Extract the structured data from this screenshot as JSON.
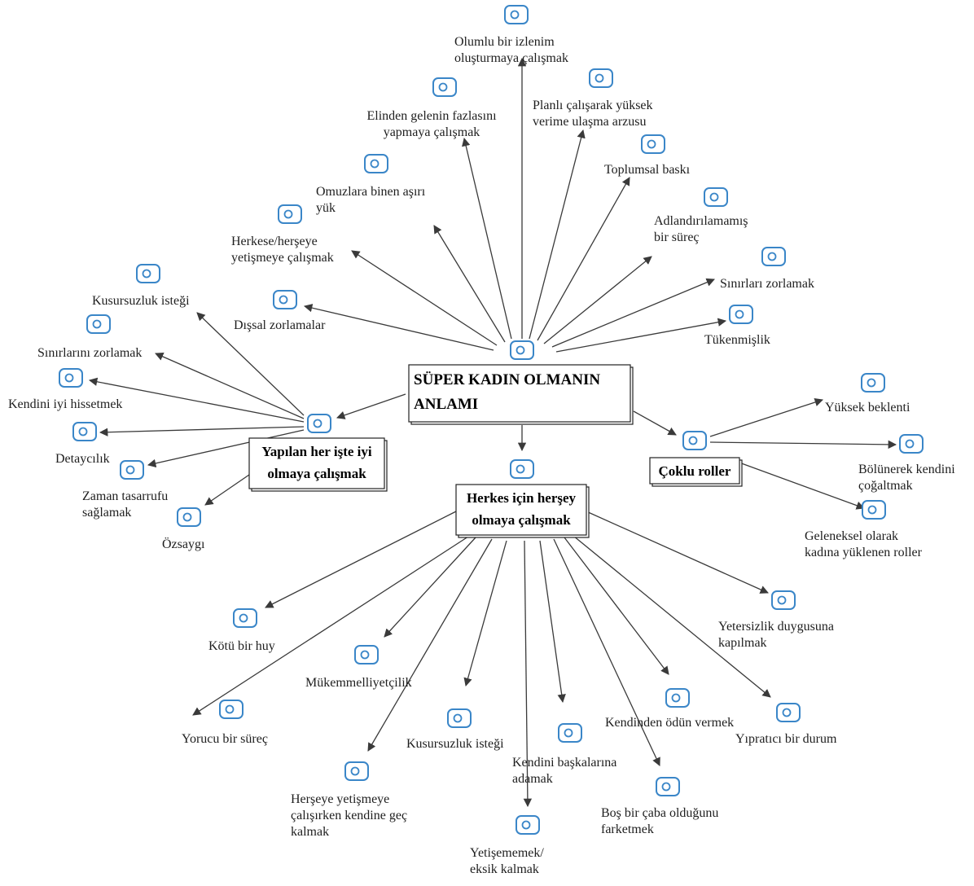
{
  "diagram": {
    "root": {
      "id": "root",
      "lines": [
        "SÜPER KADIN OLMANIN",
        "ANLAMI"
      ]
    },
    "categories": [
      {
        "id": "yapilan",
        "lines": [
          "Yapılan her işte iyi",
          "olmaya çalışmak"
        ]
      },
      {
        "id": "herkes",
        "lines": [
          "Herkes için herşey",
          "olmaya çalışmak"
        ]
      },
      {
        "id": "coklu",
        "lines": [
          "Çoklu roller"
        ]
      }
    ],
    "codes": [
      {
        "id": "olumlu",
        "lines": [
          "Olumlu bir izlenim",
          "oluşturmaya çalışmak"
        ]
      },
      {
        "id": "elinden",
        "lines": [
          "Elinden gelenin fazlasını",
          "yapmaya çalışmak"
        ]
      },
      {
        "id": "planli",
        "lines": [
          "Planlı çalışarak yüksek",
          "verime ulaşma arzusu"
        ]
      },
      {
        "id": "toplumsal",
        "lines": [
          "Toplumsal baskı"
        ]
      },
      {
        "id": "omuzlara",
        "lines": [
          "Omuzlara binen aşırı",
          "yük"
        ]
      },
      {
        "id": "adlandirilamamis",
        "lines": [
          "Adlandırılamamış",
          "bir süreç"
        ]
      },
      {
        "id": "herkese",
        "lines": [
          "Herkese/herşeye",
          "yetişmeye çalışmak"
        ]
      },
      {
        "id": "sinirlari_z",
        "lines": [
          "Sınırları zorlamak"
        ]
      },
      {
        "id": "dissal",
        "lines": [
          "Dışsal zorlamalar"
        ]
      },
      {
        "id": "tukenmislik",
        "lines": [
          "Tükenmişlik"
        ]
      },
      {
        "id": "kusursuzluk1",
        "lines": [
          "Kusursuzluk isteği"
        ]
      },
      {
        "id": "sinirlarini",
        "lines": [
          "Sınırlarını zorlamak"
        ]
      },
      {
        "id": "kendini_iyi",
        "lines": [
          "Kendini iyi hissetmek"
        ]
      },
      {
        "id": "detaycilik",
        "lines": [
          "Detaycılık"
        ]
      },
      {
        "id": "zaman",
        "lines": [
          "Zaman tasarrufu",
          "sağlamak"
        ]
      },
      {
        "id": "ozsaygi",
        "lines": [
          "Özsaygı"
        ]
      },
      {
        "id": "yuksek",
        "lines": [
          "Yüksek beklenti"
        ]
      },
      {
        "id": "bolunerek",
        "lines": [
          "Bölünerek kendini",
          "çoğaltmak"
        ]
      },
      {
        "id": "geleneksel",
        "lines": [
          "Geleneksel olarak",
          "kadına yüklenen roller"
        ]
      },
      {
        "id": "yetersizlik",
        "lines": [
          "Yetersizlik duygusuna",
          "kapılmak"
        ]
      },
      {
        "id": "kotu",
        "lines": [
          "Kötü bir huy"
        ]
      },
      {
        "id": "mukemmel",
        "lines": [
          "Mükemmelliyetçilik"
        ]
      },
      {
        "id": "kendinden",
        "lines": [
          "Kendinden ödün vermek"
        ]
      },
      {
        "id": "yipratici",
        "lines": [
          "Yıpratıcı bir durum"
        ]
      },
      {
        "id": "yorucu",
        "lines": [
          "Yorucu bir süreç"
        ]
      },
      {
        "id": "kusursuzluk2",
        "lines": [
          "Kusursuzluk isteği"
        ]
      },
      {
        "id": "kendini_bask",
        "lines": [
          "Kendini başkalarına",
          "adamak"
        ]
      },
      {
        "id": "herseye_yet",
        "lines": [
          "Herşeye yetişmeye",
          "çalışırken kendine geç",
          "kalmak"
        ]
      },
      {
        "id": "bos",
        "lines": [
          "Boş bir çaba olduğunu",
          "farketmek"
        ]
      },
      {
        "id": "yetisememek",
        "lines": [
          "Yetişememek/",
          "eksik kalmak"
        ]
      }
    ]
  }
}
